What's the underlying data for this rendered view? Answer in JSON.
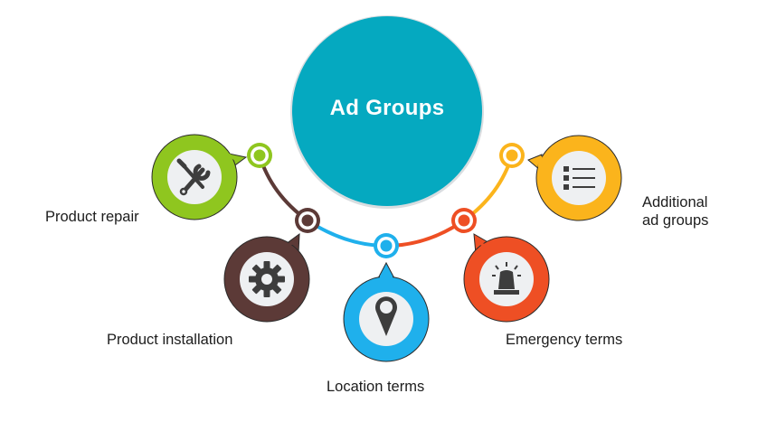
{
  "hub": {
    "title": "Ad Groups",
    "color": "#05a9c0"
  },
  "connector_colors": {
    "green_to_brown": "#5c3a37",
    "brown_to_blue": "#1fb0ec",
    "blue_to_orange": "#ee4f24",
    "orange_to_yellow": "#fbb41c"
  },
  "nodes": [
    {
      "id": "product-repair",
      "label": "Product repair",
      "icon": "tools-icon",
      "color": "#8fc61f"
    },
    {
      "id": "product-installation",
      "label": "Product installation",
      "icon": "gear-icon",
      "color": "#5c3a37"
    },
    {
      "id": "location-terms",
      "label": "Location terms",
      "icon": "map-pin-icon",
      "color": "#1fb0ec"
    },
    {
      "id": "emergency-terms",
      "label": "Emergency terms",
      "icon": "siren-icon",
      "color": "#ee4f24"
    },
    {
      "id": "additional-ad-groups",
      "label_line1": "Additional",
      "label_line2": "ad groups",
      "icon": "list-icon",
      "color": "#fbb41c"
    }
  ]
}
